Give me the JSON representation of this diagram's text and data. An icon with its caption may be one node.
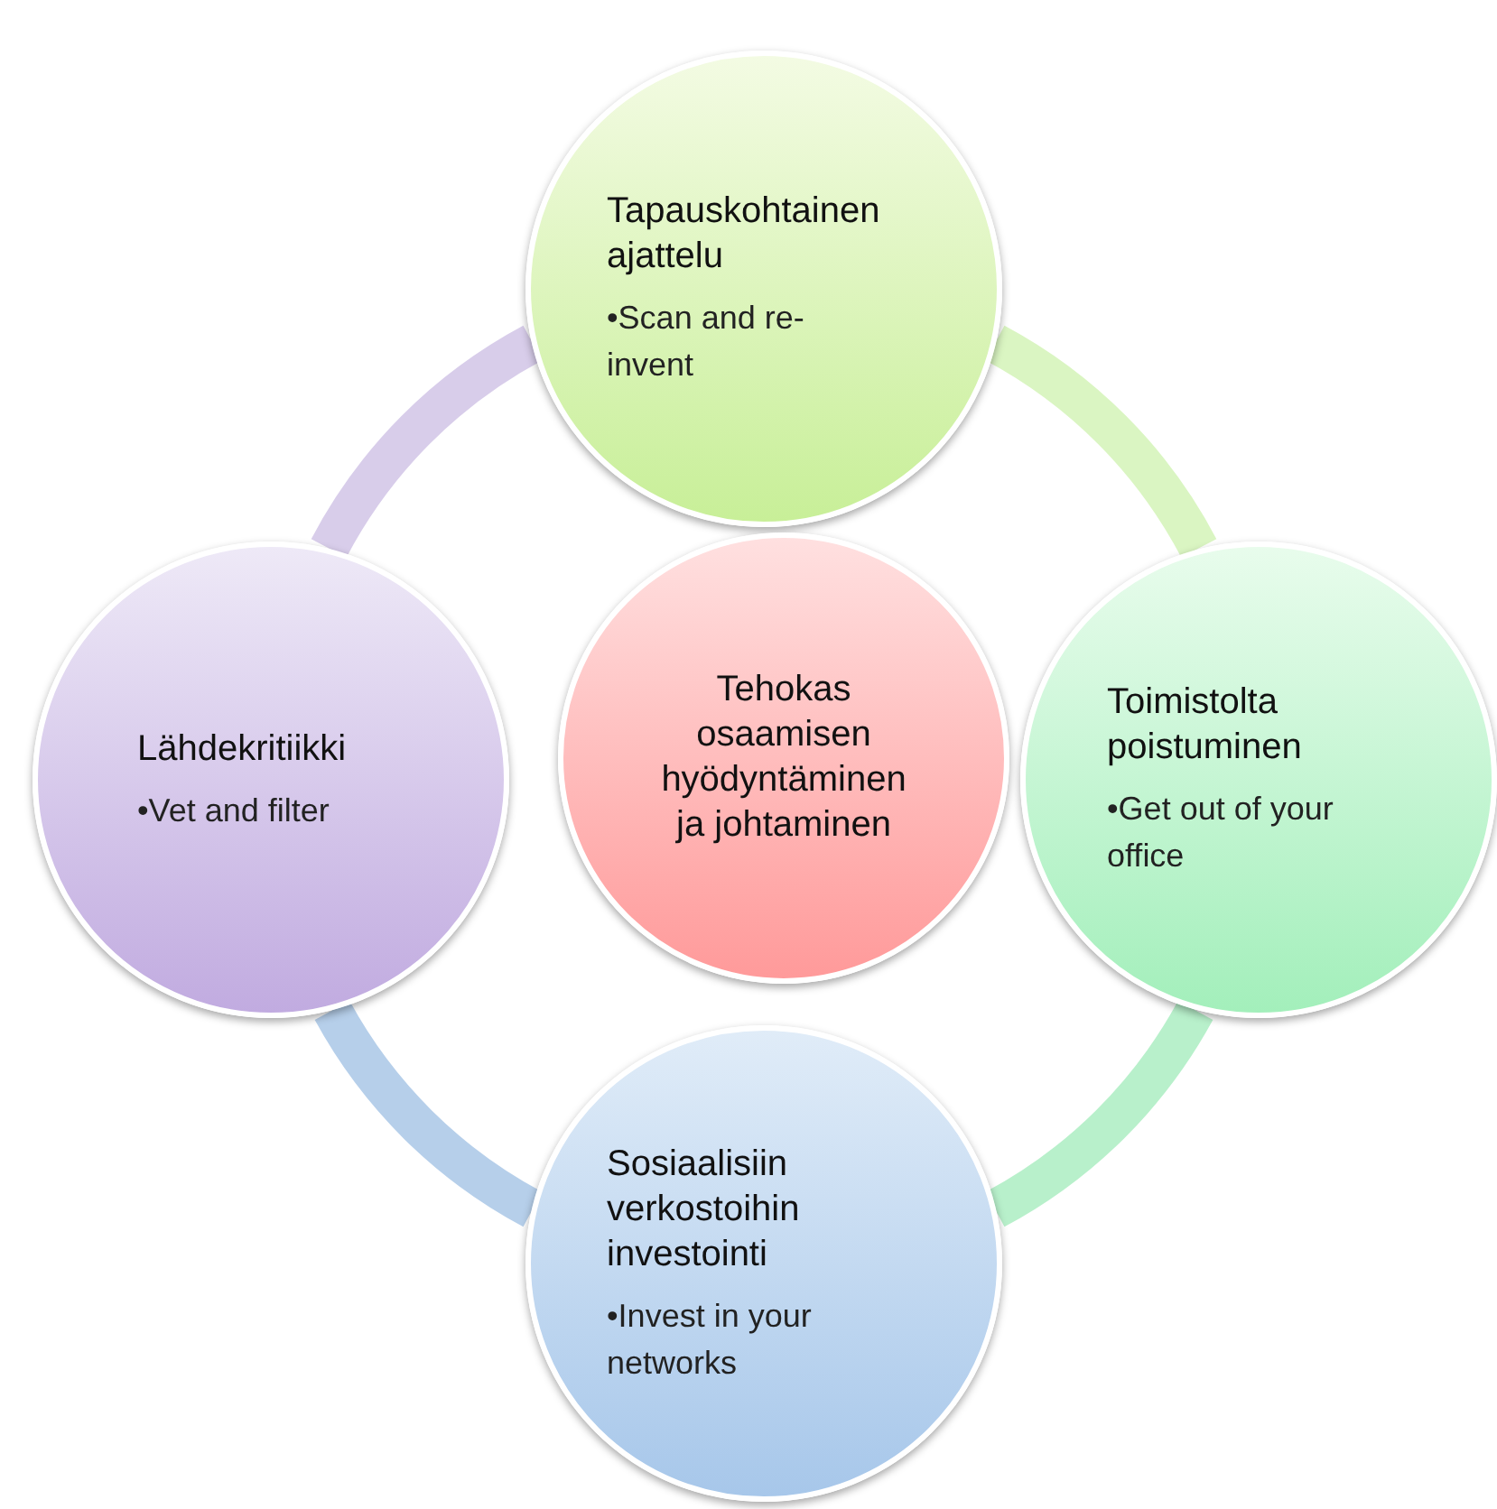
{
  "diagram": {
    "nodes": [
      {
        "text": [
          "Tapauskohtainen ajattelu",
          "•Scan and re-invent"
        ]
      },
      {
        "text": [
          "Lähdekritiikki",
          "•Vet and filter"
        ]
      },
      {
        "text": [
          "Tehokas osaamisen hyödyntäminen ja johtaminen"
        ]
      },
      {
        "text": [
          "Toimistolta poistuminen",
          "•Get out of your office"
        ]
      },
      {
        "text": [
          "Sosiaalisiin verkostoihin investointi",
          "•Invest in your networks"
        ]
      }
    ],
    "edges": [
      {
        "from": 0,
        "to": 3,
        "arrow": "none",
        "color": "#daf5c2"
      },
      {
        "from": 3,
        "to": 4,
        "arrow": "none",
        "color": "#b8f0cb"
      },
      {
        "from": 4,
        "to": 1,
        "arrow": "none",
        "color": "#b6cfea"
      },
      {
        "from": 1,
        "to": 0,
        "arrow": "none",
        "color": "#d8cdea"
      }
    ]
  }
}
